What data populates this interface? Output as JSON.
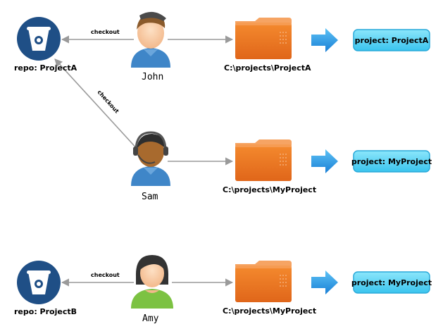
{
  "repos": [
    {
      "label": "repo: ProjectA",
      "icon": "bitbucket-icon"
    },
    {
      "label": "repo: ProjectB",
      "icon": "bitbucket-icon"
    }
  ],
  "users": [
    {
      "name": "John",
      "icon": "user-john-icon"
    },
    {
      "name": "Sam",
      "icon": "user-sam-headset-icon"
    },
    {
      "name": "Amy",
      "icon": "user-amy-icon"
    }
  ],
  "folders": [
    {
      "path": "C:\\projects\\ProjectA",
      "icon": "folder-icon"
    },
    {
      "path": "C:\\projects\\MyProject",
      "icon": "folder-icon"
    },
    {
      "path": "C:\\projects\\MyProject",
      "icon": "folder-icon"
    }
  ],
  "projects": [
    {
      "label": "project: ProjectA"
    },
    {
      "label": "project: MyProject"
    },
    {
      "label": "project: MyProject"
    }
  ],
  "edges": {
    "checkout_john": "checkout",
    "checkout_sam": "checkout",
    "checkout_amy": "checkout"
  },
  "colors": {
    "repo_circle": "#1f4f86",
    "arrow_line": "#9a9a9a",
    "folder_orange": "#ee7a22",
    "folder_tab": "#f6a463",
    "blue_arrow": "#2a93e2",
    "project_box": "#5fd3f4",
    "project_box_border": "#29a9d9"
  }
}
